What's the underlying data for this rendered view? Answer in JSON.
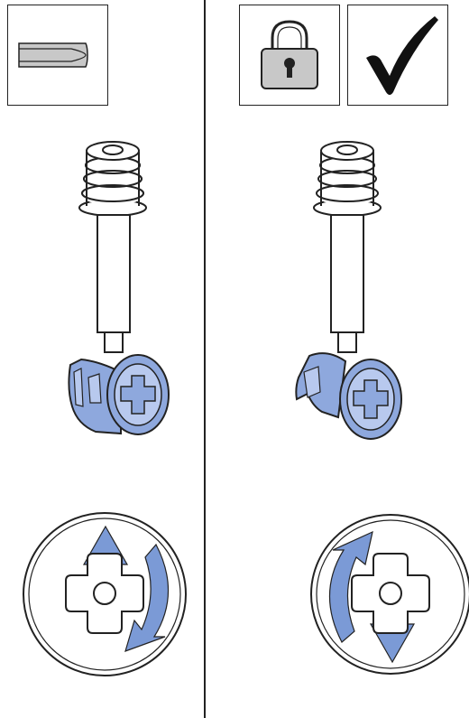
{
  "instructions": {
    "left_panel": {
      "tool": "flat-screwdriver-icon",
      "fitting": "cam-connector-unlocked",
      "rotation": "counterclockwise"
    },
    "right_panel": {
      "icons": [
        "lock-icon",
        "checkmark-icon"
      ],
      "fitting": "cam-connector-locked",
      "rotation": "clockwise"
    }
  },
  "colors": {
    "line": "#222222",
    "cam_fill": "#8ea8dd",
    "cam_light": "#b8c9ee",
    "arrow_fill": "#7b9ad6",
    "tool_fill": "#c8c8c8",
    "lock_fill": "#c8c8c8"
  }
}
